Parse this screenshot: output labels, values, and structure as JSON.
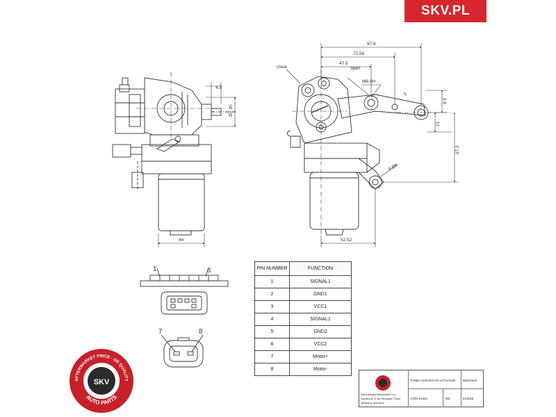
{
  "brand": {
    "logo_text": "SKV.PL",
    "accent_color": "#d7262d"
  },
  "drawing": {
    "left_view": {
      "dim_top": "4.5",
      "dim_diameter": "Ø7.95",
      "dim_width": "44"
    },
    "right_view": {
      "label_close": "close",
      "label_open": "open",
      "label_thread": "M6-6H",
      "dim_total": "97.6",
      "dim_mid": "72.56",
      "dim_short": "47.5",
      "dim_right_top": "9.9",
      "dim_small": "2",
      "dim_right_mid": "21",
      "dim_right_long": "67.3",
      "dim_hole": "3-Ø9",
      "dim_bottom": "52.52"
    },
    "connector": {
      "pin_first": "1",
      "pin_last": "6",
      "pin_a": "7",
      "pin_b": "8"
    }
  },
  "pin_table": {
    "headers": [
      "PIN NUMBER",
      "FUNCTION"
    ],
    "rows": [
      [
        "1",
        "SIGNAL1"
      ],
      [
        "2",
        "GND1"
      ],
      [
        "3",
        "VCC1"
      ],
      [
        "4",
        "SIGNAL1"
      ],
      [
        "5",
        "GND2"
      ],
      [
        "6",
        "VCC2"
      ],
      [
        "7",
        "Motor+"
      ],
      [
        "8",
        "Motor-"
      ]
    ]
  },
  "title_block": {
    "company": "ESEN Maciejski Wielonowski S.K.A.",
    "address": "Paprotna 65, 57-300 Wroclawek, Poland",
    "contact": "info@skv.pl, www.skv.pl",
    "product_name": "TURBO WASTEGATE ACTUATOR",
    "product_code": "96SKV518",
    "drawing_no": "17201-51025",
    "sheet": "001",
    "date": "01/2025"
  },
  "seal": {
    "top_text": "AFTERMARKET PRICE - OE QUALITY",
    "bottom_text": "AUTO PARTS",
    "center_text": "SKV"
  }
}
